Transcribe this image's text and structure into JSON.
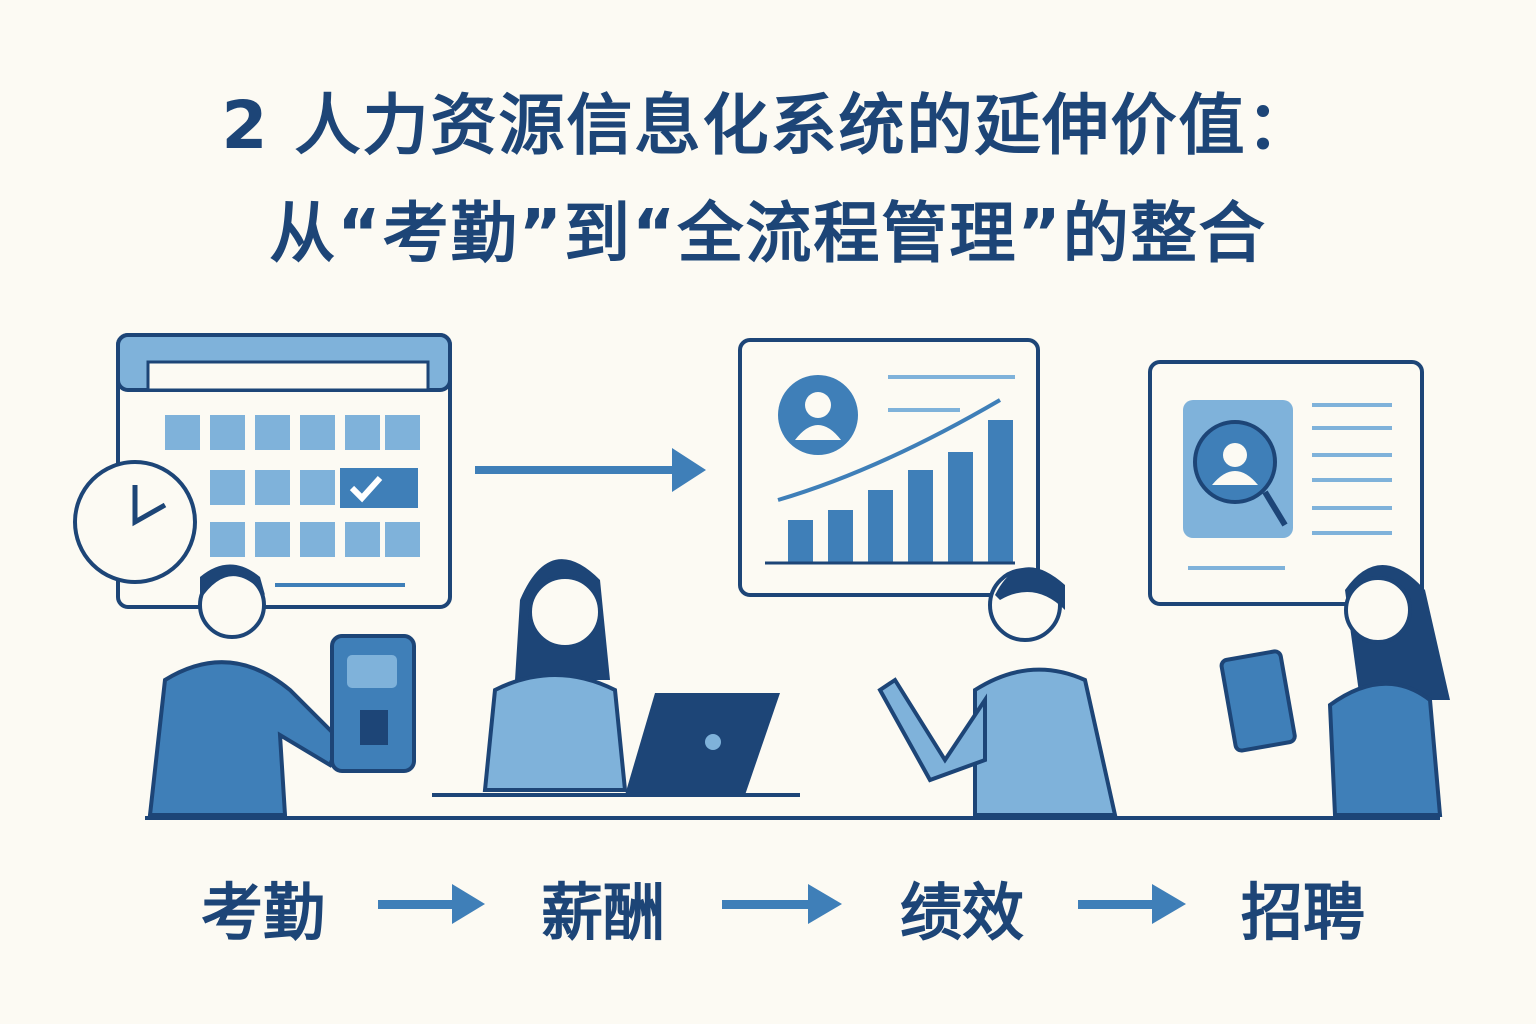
{
  "title": {
    "line1": "2 人力资源信息化系统的延伸价值：",
    "line2": "从“考勤”到“全流程管理”的整合"
  },
  "flow": {
    "steps": [
      "考勤",
      "薪酬",
      "绩效",
      "招聘"
    ]
  },
  "colors": {
    "navy": "#1d4577",
    "blue": "#3f7fb8",
    "light_blue": "#7fb2da",
    "background": "#fcfaf3"
  }
}
